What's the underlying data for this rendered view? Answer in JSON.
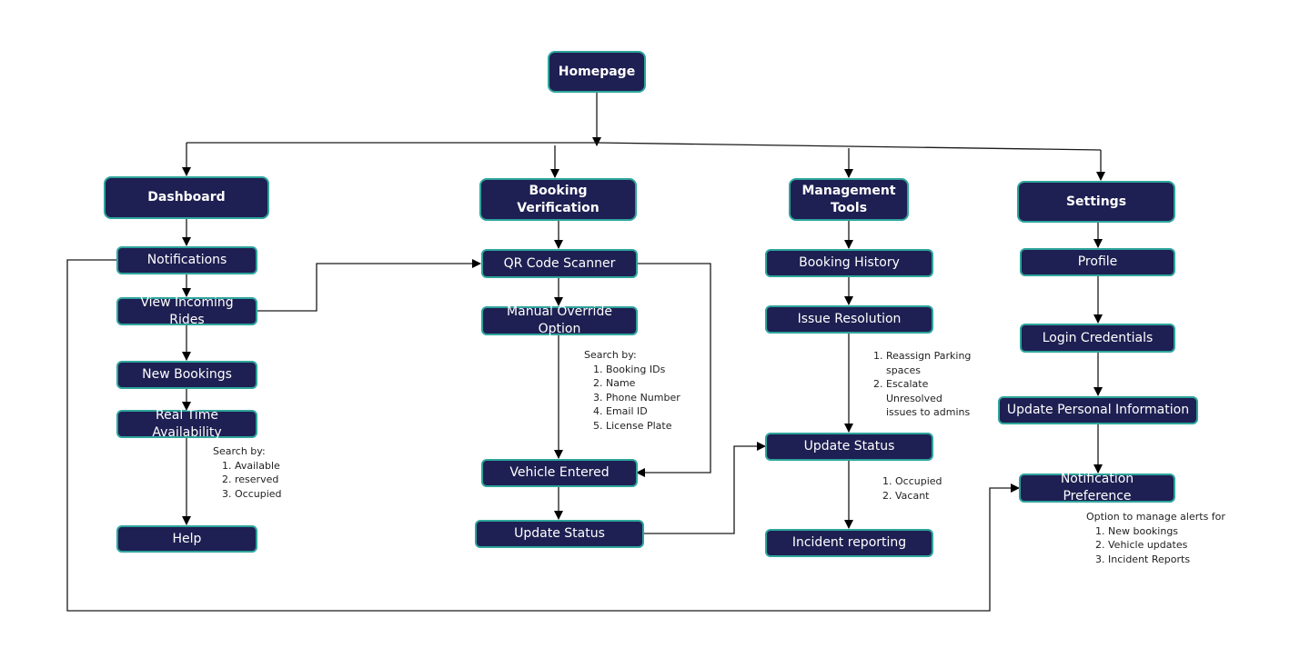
{
  "nodes": {
    "homepage": "Homepage",
    "dashboard": "Dashboard",
    "booking_verification": "Booking Verification",
    "management_tools": "Management Tools",
    "settings": "Settings",
    "notifications": "Notifications",
    "view_incoming_rides": "View Incoming Rides",
    "new_bookings": "New Bookings",
    "real_time_availability": "Real Time Availability",
    "help": "Help",
    "qr_code_scanner": "QR Code Scanner",
    "manual_override_option": "Manual Override Option",
    "vehicle_entered": "Vehicle Entered",
    "update_status_booking": "Update Status",
    "booking_history": "Booking History",
    "issue_resolution": "Issue Resolution",
    "update_status_management": "Update Status",
    "incident_reporting": "Incident reporting",
    "profile": "Profile",
    "login_credentials": "Login Credentials",
    "update_personal_information": "Update Personal Information",
    "notification_preference": "Notification Preference"
  },
  "notes": {
    "availability_search": {
      "heading": "Search by:",
      "items": [
        "Available",
        "reserved",
        "Occupied"
      ]
    },
    "manual_search": {
      "heading": "Search by:",
      "items": [
        "Booking IDs",
        "Name",
        "Phone Number",
        "Email ID",
        "License Plate"
      ]
    },
    "issue_actions": {
      "items": [
        "Reassign Parking spaces",
        "Escalate Unresolved issues to admins"
      ]
    },
    "status_options": {
      "items": [
        "Occupied",
        "Vacant"
      ]
    },
    "alert_options": {
      "heading": "Option to manage alerts for",
      "items": [
        "New bookings",
        "Vehicle updates",
        "Incident Reports"
      ]
    }
  },
  "colors": {
    "node_fill": "#1e1f52",
    "node_border": "#2ea59c",
    "node_text": "#ffffff",
    "connector": "#1a1a1a"
  }
}
